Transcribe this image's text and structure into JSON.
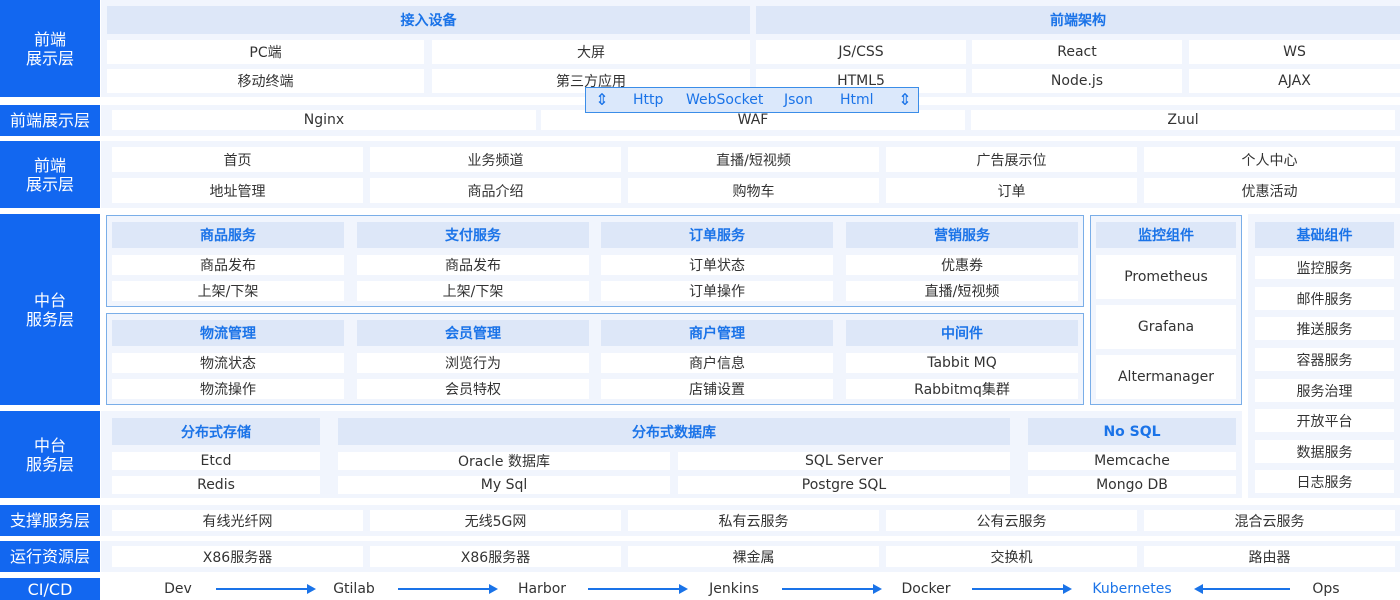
{
  "rows": {
    "r1": "前端\n展示层",
    "r2": "前端展示层",
    "r3": "前端\n展示层",
    "r4": "中台\n服务层",
    "r5": "中台\n服务层",
    "r6": "支撑服务层",
    "r7": "运行资源层",
    "r8": "CI/CD"
  },
  "access": {
    "title": "接入设备",
    "items": [
      "PC端",
      "大屏",
      "移动终端",
      "第三方应用"
    ]
  },
  "frontend_arch": {
    "title": "前端架构",
    "items": [
      "JS/CSS",
      "React",
      "WS",
      "HTML5",
      "Node.js",
      "AJAX"
    ]
  },
  "protocols": [
    "Http",
    "WebSocket",
    "Json",
    "Html"
  ],
  "gateway": [
    "Nginx",
    "WAF",
    "Zuul"
  ],
  "pages": {
    "row1": [
      "首页",
      "业务频道",
      "直播/短视频",
      "广告展示位",
      "个人中心"
    ],
    "row2": [
      "地址管理",
      "商品介绍",
      "购物车",
      "订单",
      "优惠活动"
    ]
  },
  "services_top": [
    {
      "title": "商品服务",
      "items": [
        "商品发布",
        "上架/下架"
      ]
    },
    {
      "title": "支付服务",
      "items": [
        "商品发布",
        "上架/下架"
      ]
    },
    {
      "title": "订单服务",
      "items": [
        "订单状态",
        "订单操作"
      ]
    },
    {
      "title": "营销服务",
      "items": [
        "优惠券",
        "直播/短视频"
      ]
    }
  ],
  "services_bottom": [
    {
      "title": "物流管理",
      "items": [
        "物流状态",
        "物流操作"
      ]
    },
    {
      "title": "会员管理",
      "items": [
        "浏览行为",
        "会员特权"
      ]
    },
    {
      "title": "商户管理",
      "items": [
        "商户信息",
        "店铺设置"
      ]
    },
    {
      "title": "中间件",
      "items": [
        "Tabbit MQ",
        "Rabbitmq集群"
      ]
    }
  ],
  "monitor": {
    "title": "监控组件",
    "items": [
      "Prometheus",
      "Grafana",
      "Altermanager"
    ]
  },
  "basic": {
    "title": "基础组件",
    "items": [
      "监控服务",
      "邮件服务",
      "推送服务",
      "容器服务",
      "服务治理",
      "开放平台",
      "数据服务",
      "日志服务"
    ]
  },
  "storage": {
    "distributed": {
      "title": "分布式存储",
      "items": [
        "Etcd",
        "Redis"
      ]
    },
    "database": {
      "title": "分布式数据库",
      "items": [
        "Oracle 数据库",
        "SQL Server",
        "My Sql",
        "Postgre SQL"
      ]
    },
    "nosql": {
      "title": "No SQL",
      "items": [
        "Memcache",
        "Mongo DB"
      ]
    }
  },
  "support": [
    "有线光纤网",
    "无线5G网",
    "私有云服务",
    "公有云服务",
    "混合云服务"
  ],
  "resources": [
    "X86服务器",
    "X86服务器",
    "裸金属",
    "交换机",
    "路由器"
  ],
  "cicd": [
    "Dev",
    "Gtilab",
    "Harbor",
    "Jenkins",
    "Docker",
    "Kubernetes",
    "Ops"
  ],
  "colors": {
    "primary": "#1267f0",
    "accent_text": "#1a73e8",
    "band": "#f1f5fd",
    "header": "#dde7f8"
  }
}
